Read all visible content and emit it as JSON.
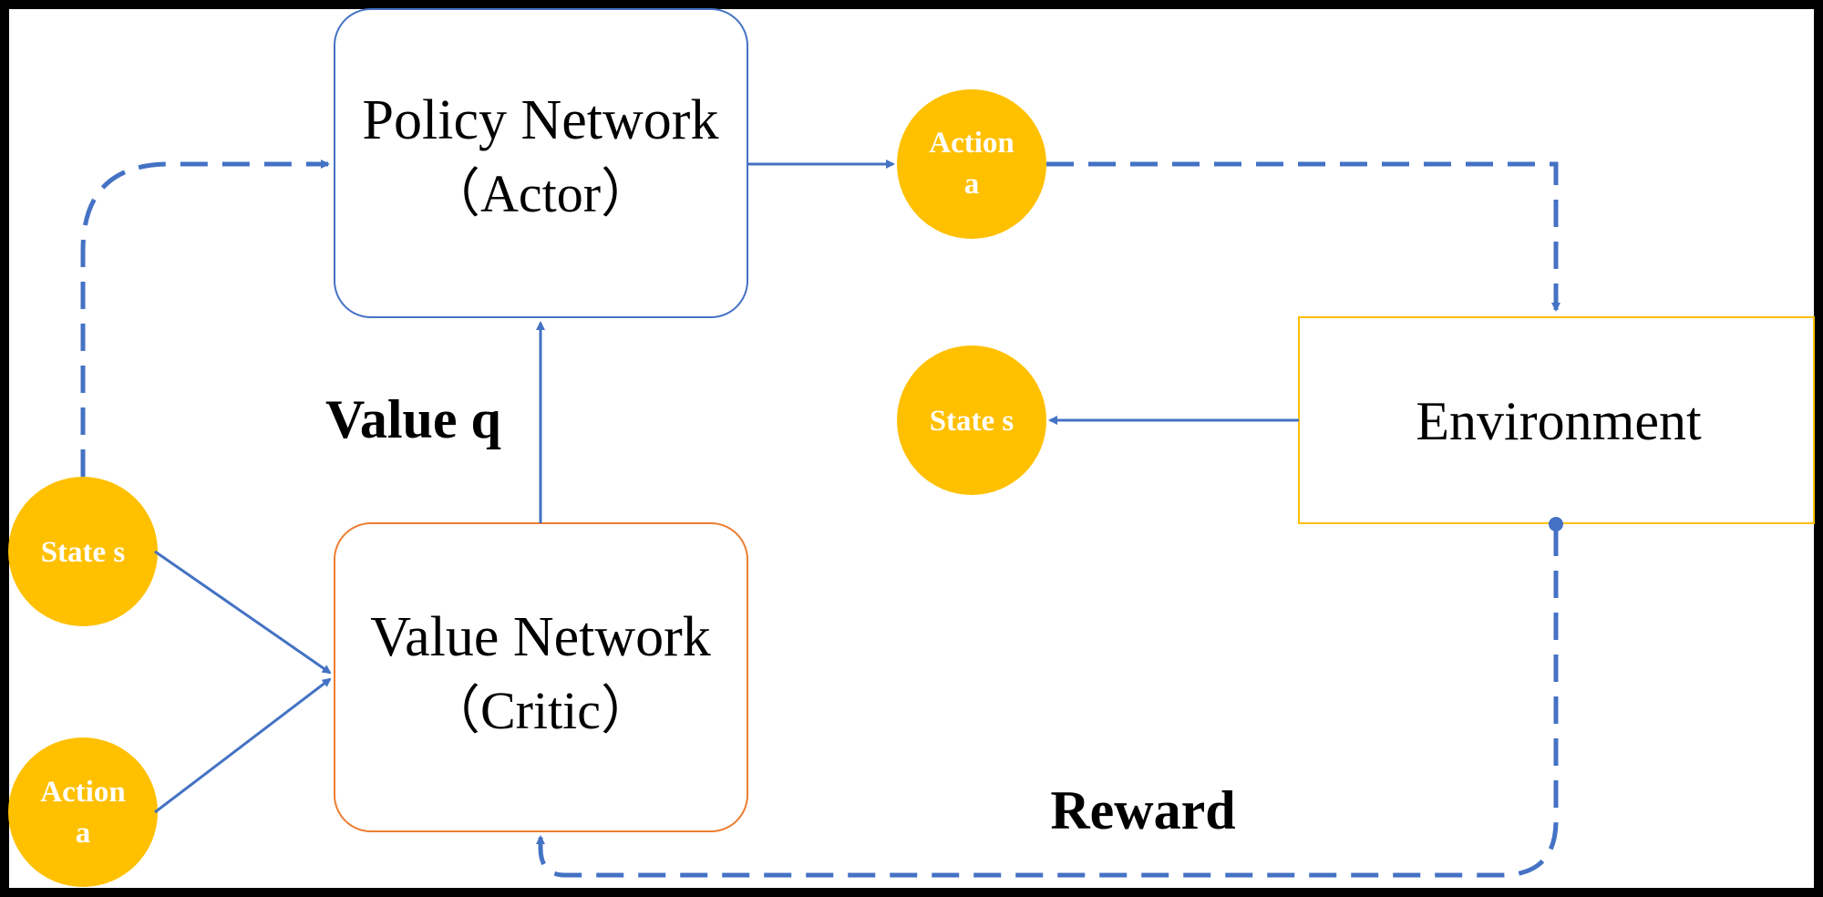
{
  "colors": {
    "background": "#ffffff",
    "frame": "#000000",
    "line": "#4472c4",
    "circle_fill": "#ffc000",
    "circle_text": "#ffffff",
    "policy_border": "#4472c4",
    "value_border": "#ed7d31",
    "environment_border": "#ffc000",
    "text": "#000000"
  },
  "nodes": {
    "policy": {
      "line1": "Policy Network",
      "line2": "（Actor）"
    },
    "value": {
      "line1": "Value Network",
      "line2": "（Critic）"
    },
    "environment": {
      "label": "Environment"
    }
  },
  "circles": {
    "action_top": {
      "line1": "Action",
      "line2": "a"
    },
    "state_right": {
      "label": "State s"
    },
    "state_left": {
      "label": "State s"
    },
    "action_left": {
      "line1": "Action",
      "line2": "a"
    }
  },
  "edge_labels": {
    "value_q": "Value q",
    "reward": "Reward"
  }
}
